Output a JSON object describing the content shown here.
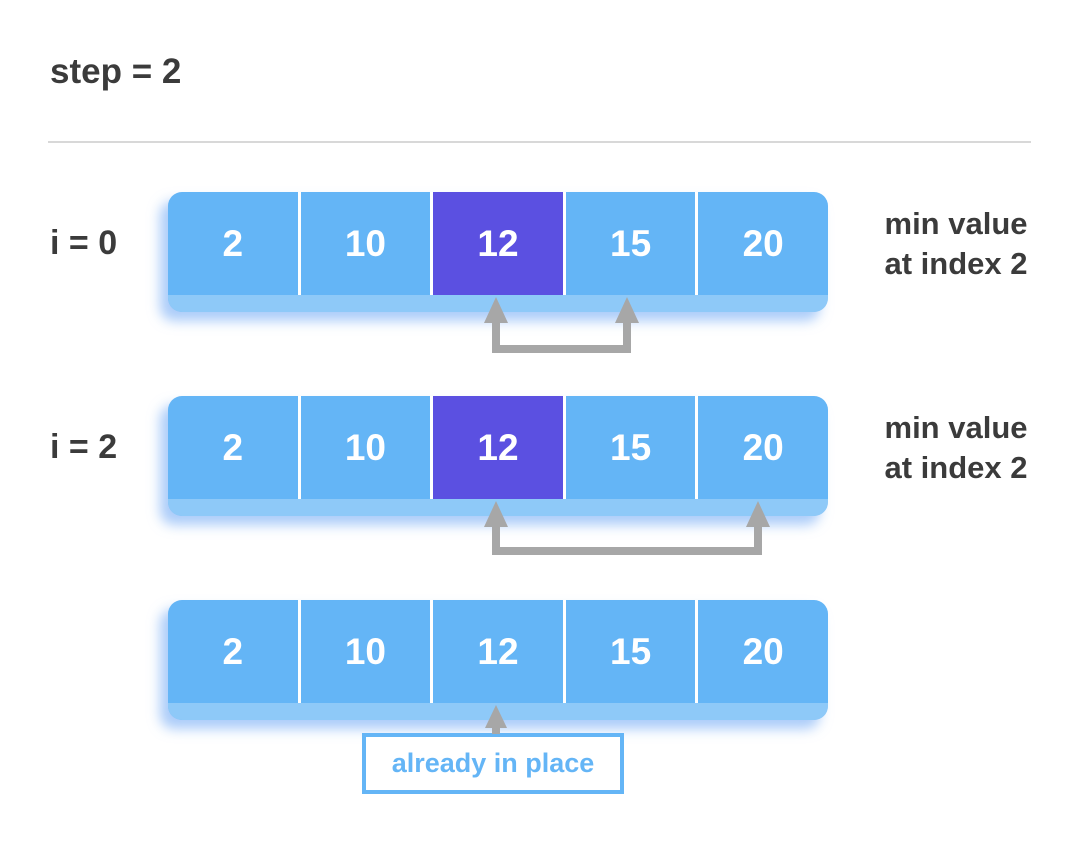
{
  "title": "step = 2",
  "colors": {
    "cell_blue": "#64B5F6",
    "highlight_purple": "#5B50E1",
    "strip_overlay": "rgba(255,255,255,0.27)",
    "cell_text": "#FFFFFF",
    "text_dark": "#3B3B3B",
    "arrow_gray": "#A7A7A7",
    "rule_gray": "#D8D8D8",
    "callout_blue": "#64B5F6"
  },
  "rows": [
    {
      "label": "i = 0",
      "cells": [
        "2",
        "10",
        "12",
        "15",
        "20"
      ],
      "highlight_index": 2,
      "note_line1": "min value",
      "note_line2": "at index 2",
      "compare_arrow": {
        "from_index": 2,
        "to_index": 3
      }
    },
    {
      "label": "i = 2",
      "cells": [
        "2",
        "10",
        "12",
        "15",
        "20"
      ],
      "highlight_index": 2,
      "note_line1": "min value",
      "note_line2": "at index 2",
      "compare_arrow": {
        "from_index": 2,
        "to_index": 4
      }
    },
    {
      "label": "",
      "cells": [
        "2",
        "10",
        "12",
        "15",
        "20"
      ],
      "highlight_index": null,
      "pointer_index": 2
    }
  ],
  "callout": "already in place"
}
